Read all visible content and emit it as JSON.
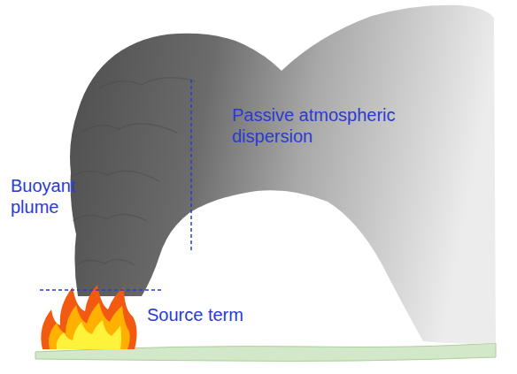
{
  "diagram": {
    "labels": [
      "Buoyant plume",
      "Passive atmospheric dispersion",
      "Source term"
    ]
  }
}
